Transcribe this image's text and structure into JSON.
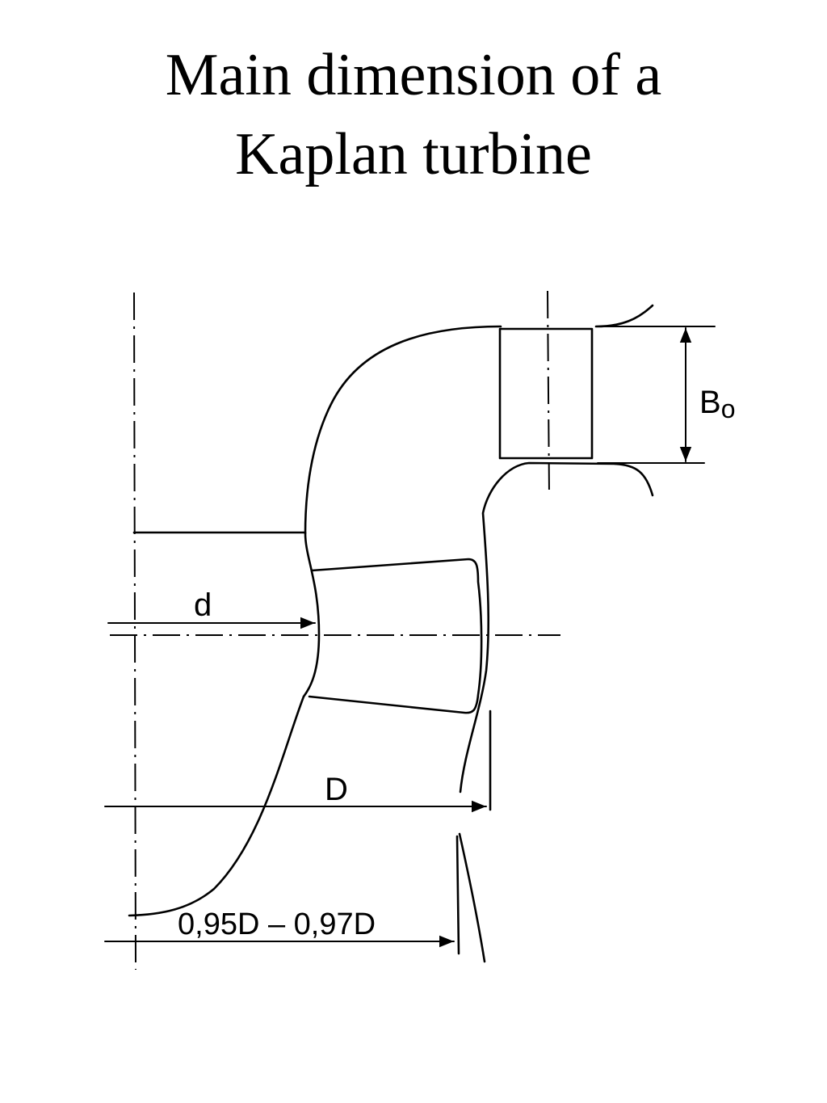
{
  "title": {
    "line1": "Main dimension of a",
    "line2": "Kaplan turbine"
  },
  "labels": {
    "guide_vane_height": "B",
    "guide_vane_height_sub": "o",
    "hub_diameter": "d",
    "runner_diameter": "D",
    "outlet_diameter": "0,95D – 0,97D"
  }
}
